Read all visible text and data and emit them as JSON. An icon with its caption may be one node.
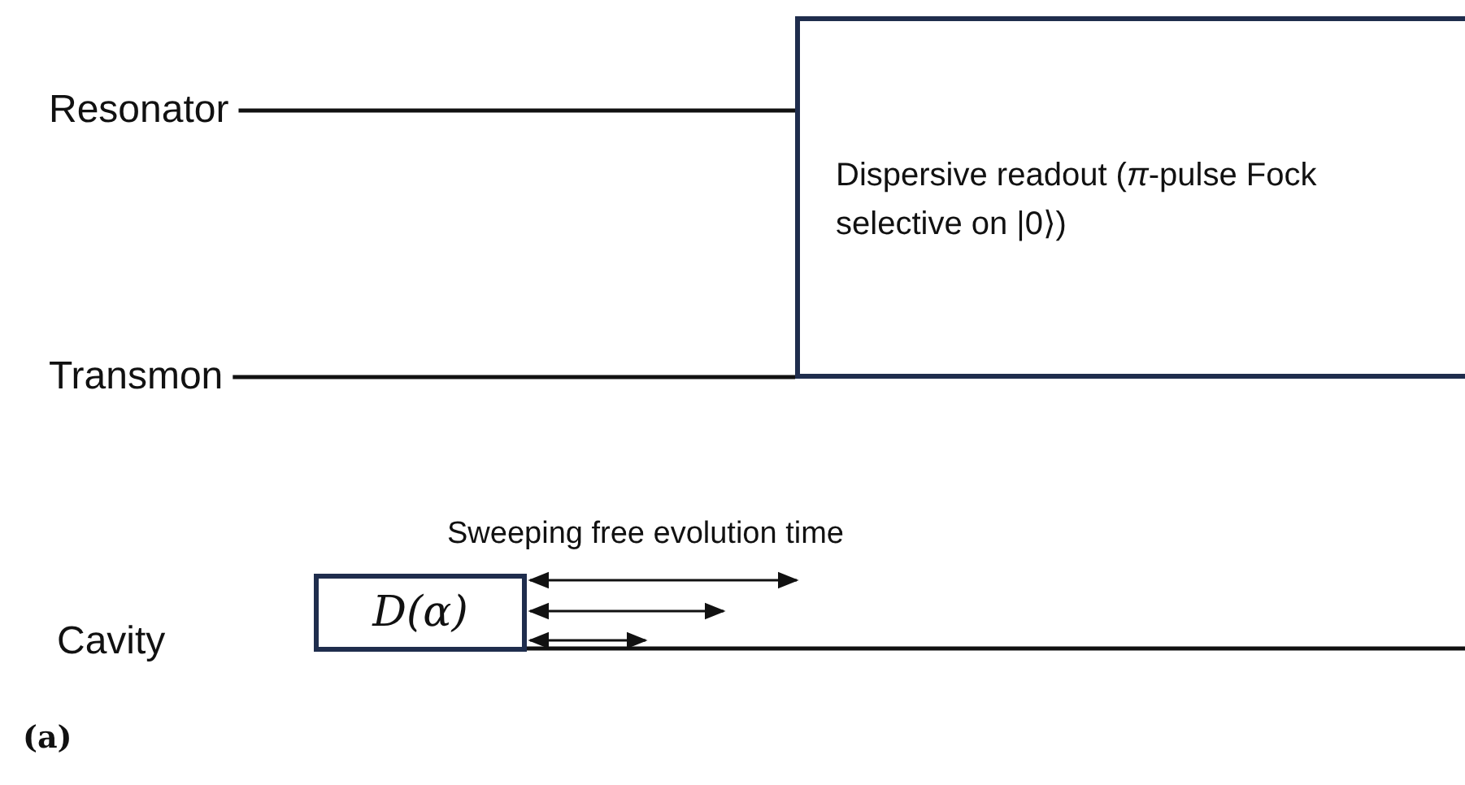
{
  "diagram": {
    "nodes": [
      {
        "text": [
          "Resonator"
        ]
      },
      {
        "text": [
          "Transmon"
        ]
      },
      {
        "text": [
          "Dispersive readout (*π*-pulse Fock selective on |0⟩)"
        ]
      },
      {
        "text": [
          "Cavity"
        ]
      },
      {
        "text": [
          "D(α)"
        ]
      }
    ],
    "edges": [
      {
        "from": 0,
        "to": 2,
        "arrow": "none"
      },
      {
        "from": 1,
        "to": 2,
        "arrow": "none"
      },
      {
        "from": 4,
        "to": null,
        "arrow": "none"
      }
    ],
    "labels": [
      "Sweeping free evolution time",
      "(a)"
    ]
  }
}
